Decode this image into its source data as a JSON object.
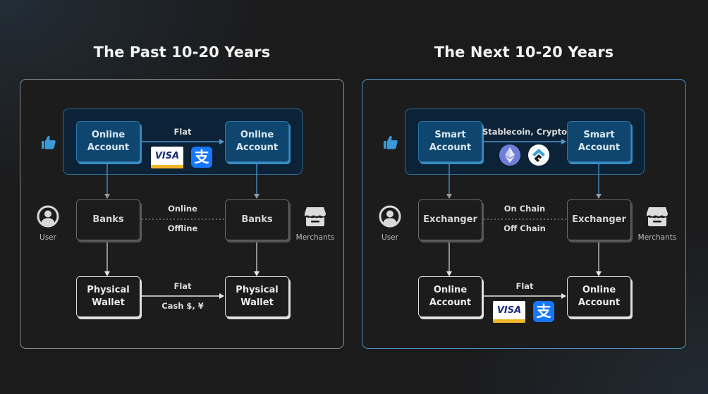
{
  "left": {
    "title": "The Past 10-20 Years",
    "top_left_node": "Online Account",
    "top_right_node": "Online Account",
    "top_flow_label": "Flat",
    "top_payment_icons": [
      "visa-logo",
      "alipay-logo"
    ],
    "visa_text": "VISA",
    "alipay_glyph": "支",
    "mid_left_node": "Banks",
    "mid_right_node": "Banks",
    "mid_upper_label": "Online",
    "mid_lower_label": "Offline",
    "bottom_left_node": "Physical Wallet",
    "bottom_right_node": "Physical Wallet",
    "bottom_flow_label": "Flat",
    "bottom_flow_sublabel": "Cash $, ¥",
    "user_label": "User",
    "merchant_label": "Merchants",
    "thumb_icon": "thumbs-up-icon"
  },
  "right": {
    "title": "The Next 10-20 Years",
    "top_left_node": "Smart Account",
    "top_right_node": "Smart Account",
    "top_flow_label": "Stablecoin, Crypto",
    "top_payment_icons": [
      "ethereum-logo",
      "conflux-logo"
    ],
    "mid_left_node": "Exchanger",
    "mid_right_node": "Exchanger",
    "mid_upper_label": "On Chain",
    "mid_lower_label": "Off Chain",
    "bottom_left_node": "Online Account",
    "bottom_right_node": "Online Account",
    "bottom_flow_label": "Flat",
    "bottom_payment_icons": [
      "visa-logo",
      "alipay-logo"
    ],
    "visa_text": "VISA",
    "alipay_glyph": "支",
    "user_label": "User",
    "merchant_label": "Merchants",
    "thumb_icon": "thumbs-up-icon"
  },
  "colors": {
    "background": "#1b1b1c",
    "past_border": "#8a8a8a",
    "next_border": "#4b90bd",
    "highlight_zone": "#0c2236",
    "blue_node": "#0f4670",
    "thumb": "#3a9ad9",
    "visa_blue": "#1a2a78",
    "visa_gold": "#f1b629",
    "alipay_blue": "#1677ff",
    "ethereum_purple": "#6f7fd8"
  }
}
